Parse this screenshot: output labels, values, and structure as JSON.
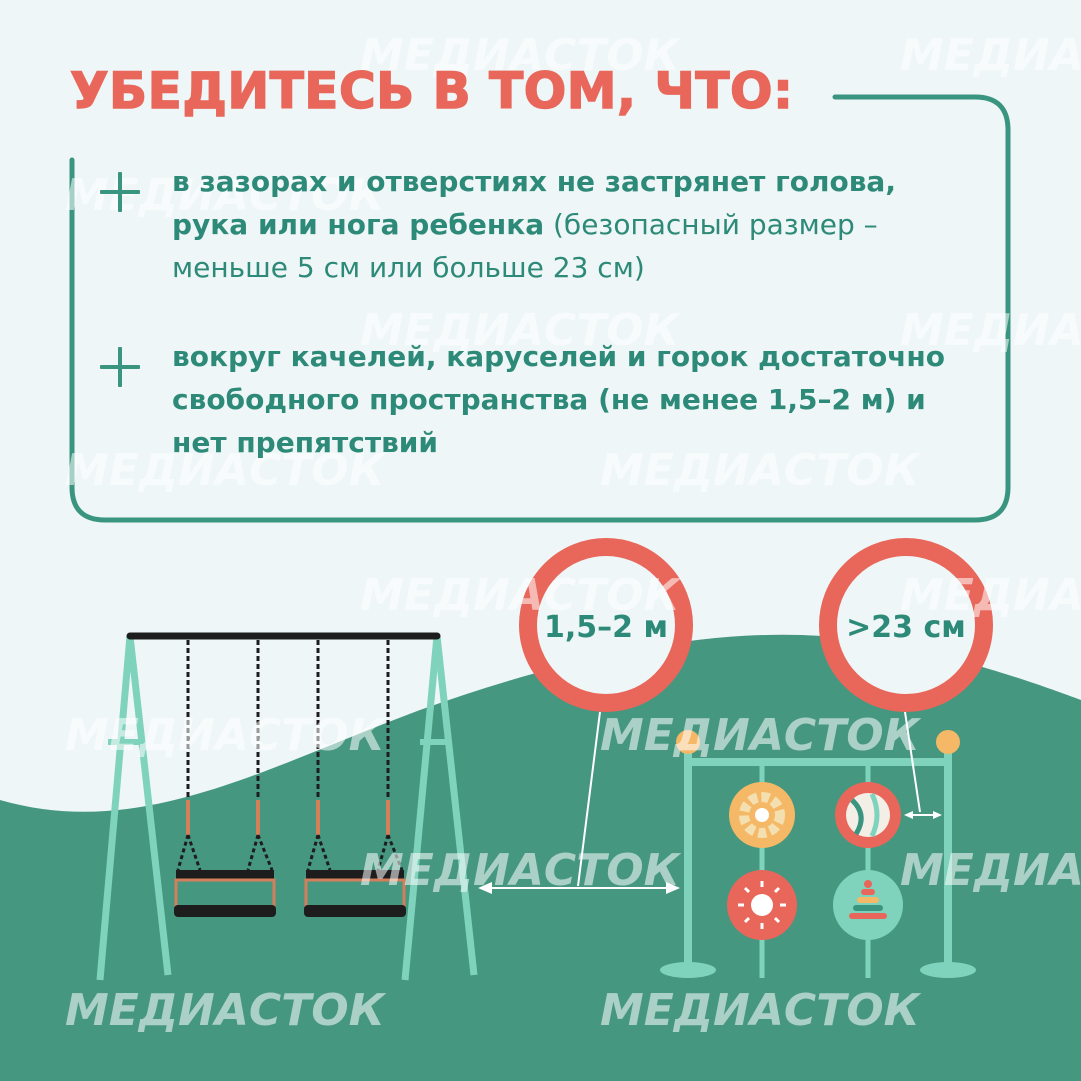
{
  "heading": "УБЕДИТЕСЬ В ТОМ, ЧТО:",
  "items": [
    {
      "bold": "в зазорах и отверстиях не застрянет голова, рука или нога ребенка",
      "regular": " (безопасный размер – меньше 5 см или больше 23 см)"
    },
    {
      "bold": "вокруг качелей, каруселей и горок достаточно свободного пространства (не менее 1,5–2 м) и нет препятствий",
      "regular": ""
    }
  ],
  "badges": {
    "distance": "1,5–2 м",
    "gap": ">23 см"
  },
  "watermark": "МЕДИАСТОК",
  "colors": {
    "background": "#eef6f7",
    "accent_red": "#e8675a",
    "green": "#3a9580",
    "hill": "#46977f",
    "frame_mint": "#7fd3bd"
  }
}
